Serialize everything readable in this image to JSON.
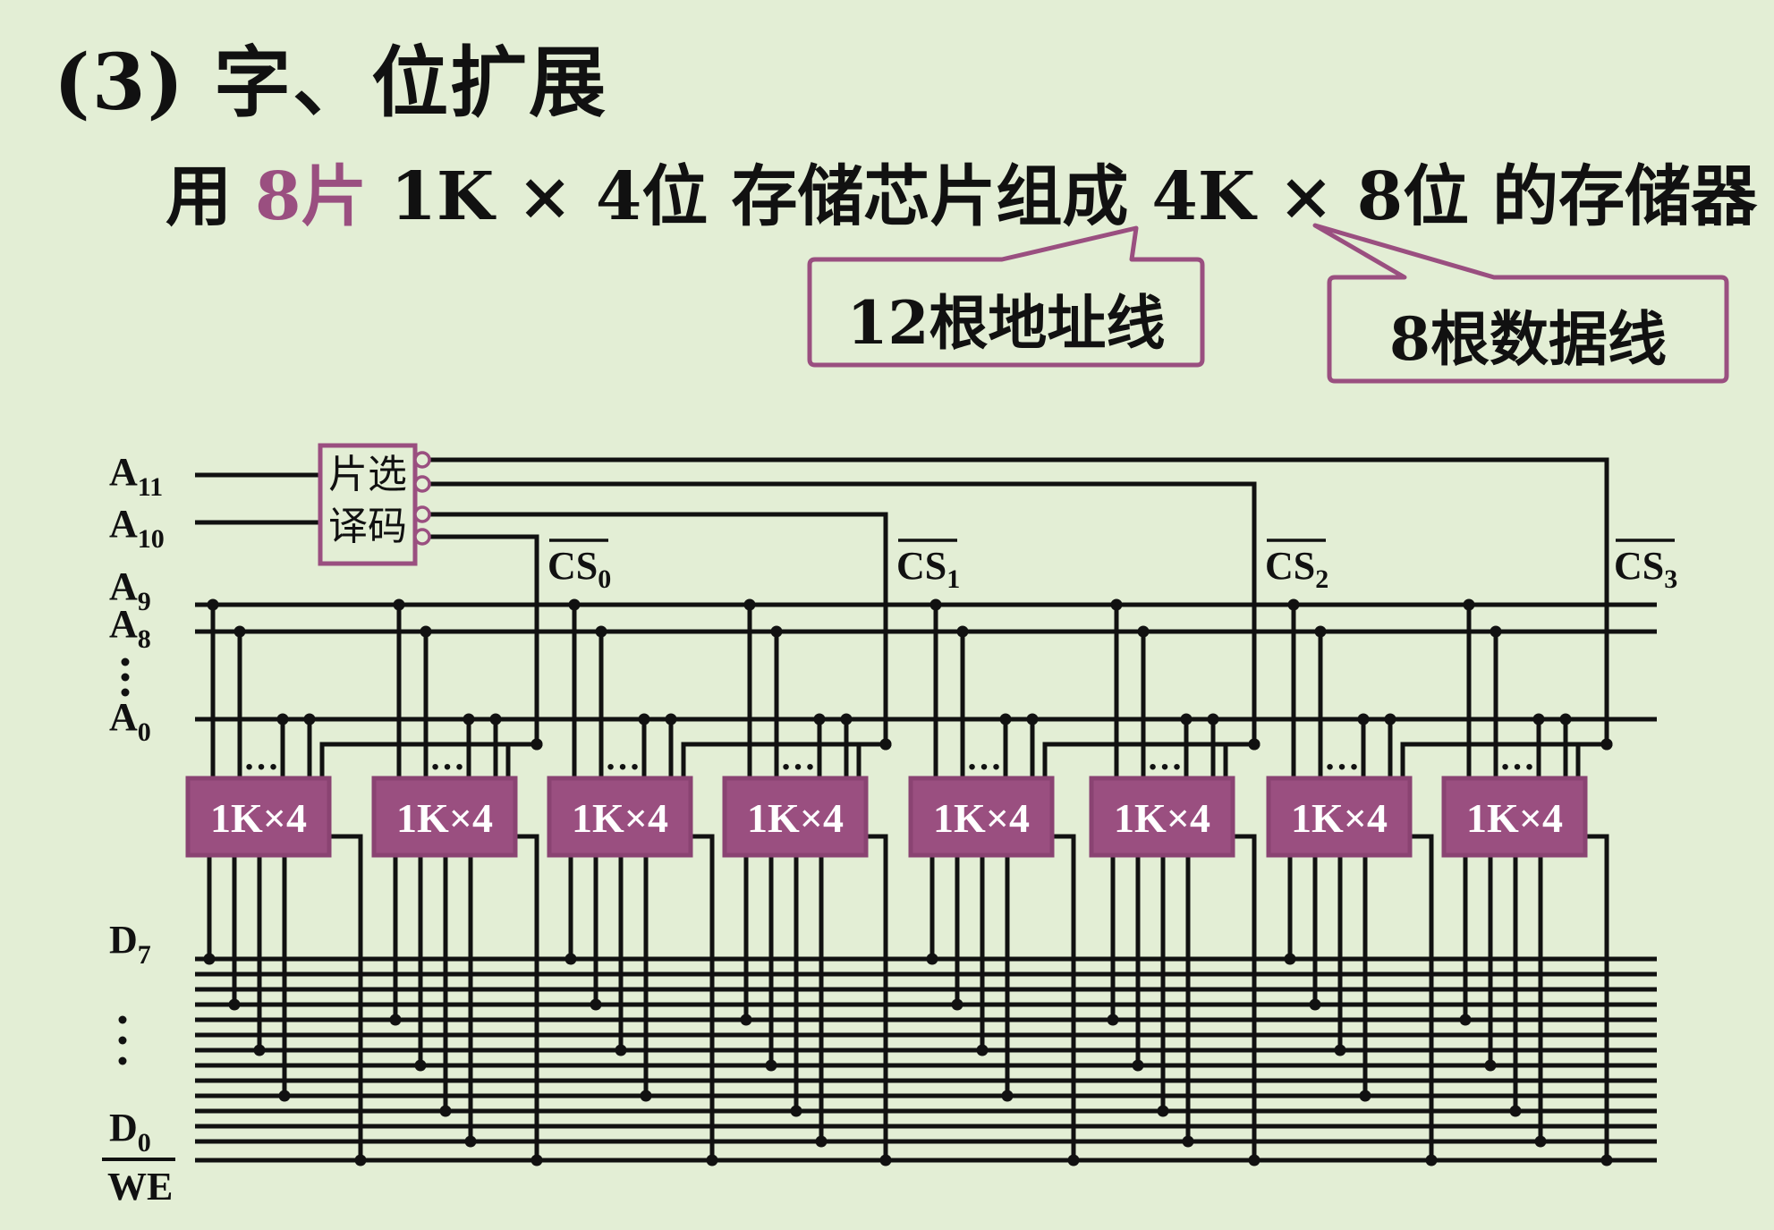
{
  "title": "(3) 字、位扩展",
  "subtitle": {
    "prefix": "用",
    "chip_count": "8片",
    "chip_spec": "1K × 4位",
    "middle": "存储芯片组成",
    "target_spec": "4K × 8位",
    "suffix": "的存储器"
  },
  "callouts": {
    "address_lines": "12根地址线",
    "data_lines": "8根数据线"
  },
  "decoder": {
    "line1": "片选",
    "line2": "译码"
  },
  "signals": {
    "a11": {
      "main": "A",
      "sub": "11"
    },
    "a10": {
      "main": "A",
      "sub": "10"
    },
    "a9": {
      "main": "A",
      "sub": "9"
    },
    "a8": {
      "main": "A",
      "sub": "8"
    },
    "a0": {
      "main": "A",
      "sub": "0"
    },
    "d7": {
      "main": "D",
      "sub": "7"
    },
    "d0": {
      "main": "D",
      "sub": "0"
    },
    "we": "WE",
    "cs": [
      {
        "main": "CS",
        "sub": "0"
      },
      {
        "main": "CS",
        "sub": "1"
      },
      {
        "main": "CS",
        "sub": "2"
      },
      {
        "main": "CS",
        "sub": "3"
      }
    ]
  },
  "chip_label": "1K×4",
  "ellipsis": "…",
  "colors": {
    "background": "#e3eed5",
    "accent": "#9a4f80",
    "chip_fill": "#9a4f80",
    "chip_text": "#ffffff",
    "wire": "#111111",
    "callout_border": "#9a4f80"
  }
}
